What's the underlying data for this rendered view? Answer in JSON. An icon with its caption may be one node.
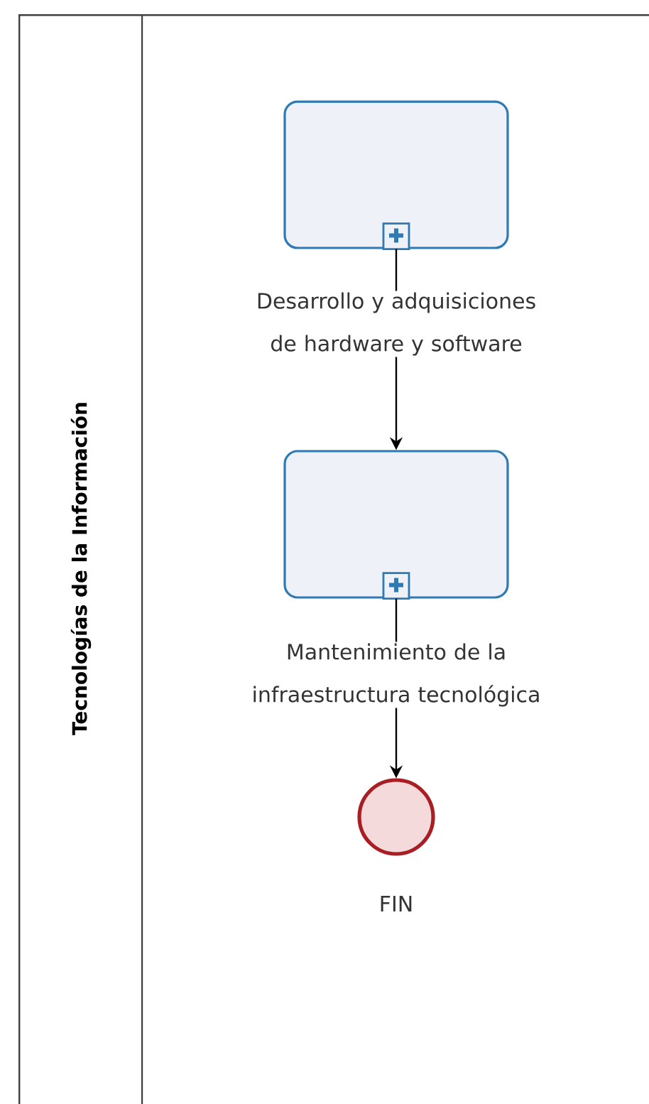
{
  "diagram": {
    "nodes": [
      {
        "text": [
          "Tecnologías de la Información"
        ]
      },
      {
        "text": [
          "Desarrollo y adquisiciones de hardware y software"
        ],
        "in": 0
      },
      {
        "text": [
          "Mantenimiento de la infraestructura tecnológica"
        ],
        "in": 0
      },
      {
        "text": [
          "FIN"
        ],
        "in": 0
      }
    ],
    "edges": [
      {
        "from": 1,
        "to": 2,
        "arrow": "to"
      },
      {
        "from": 2,
        "to": 3,
        "arrow": "to"
      }
    ]
  }
}
